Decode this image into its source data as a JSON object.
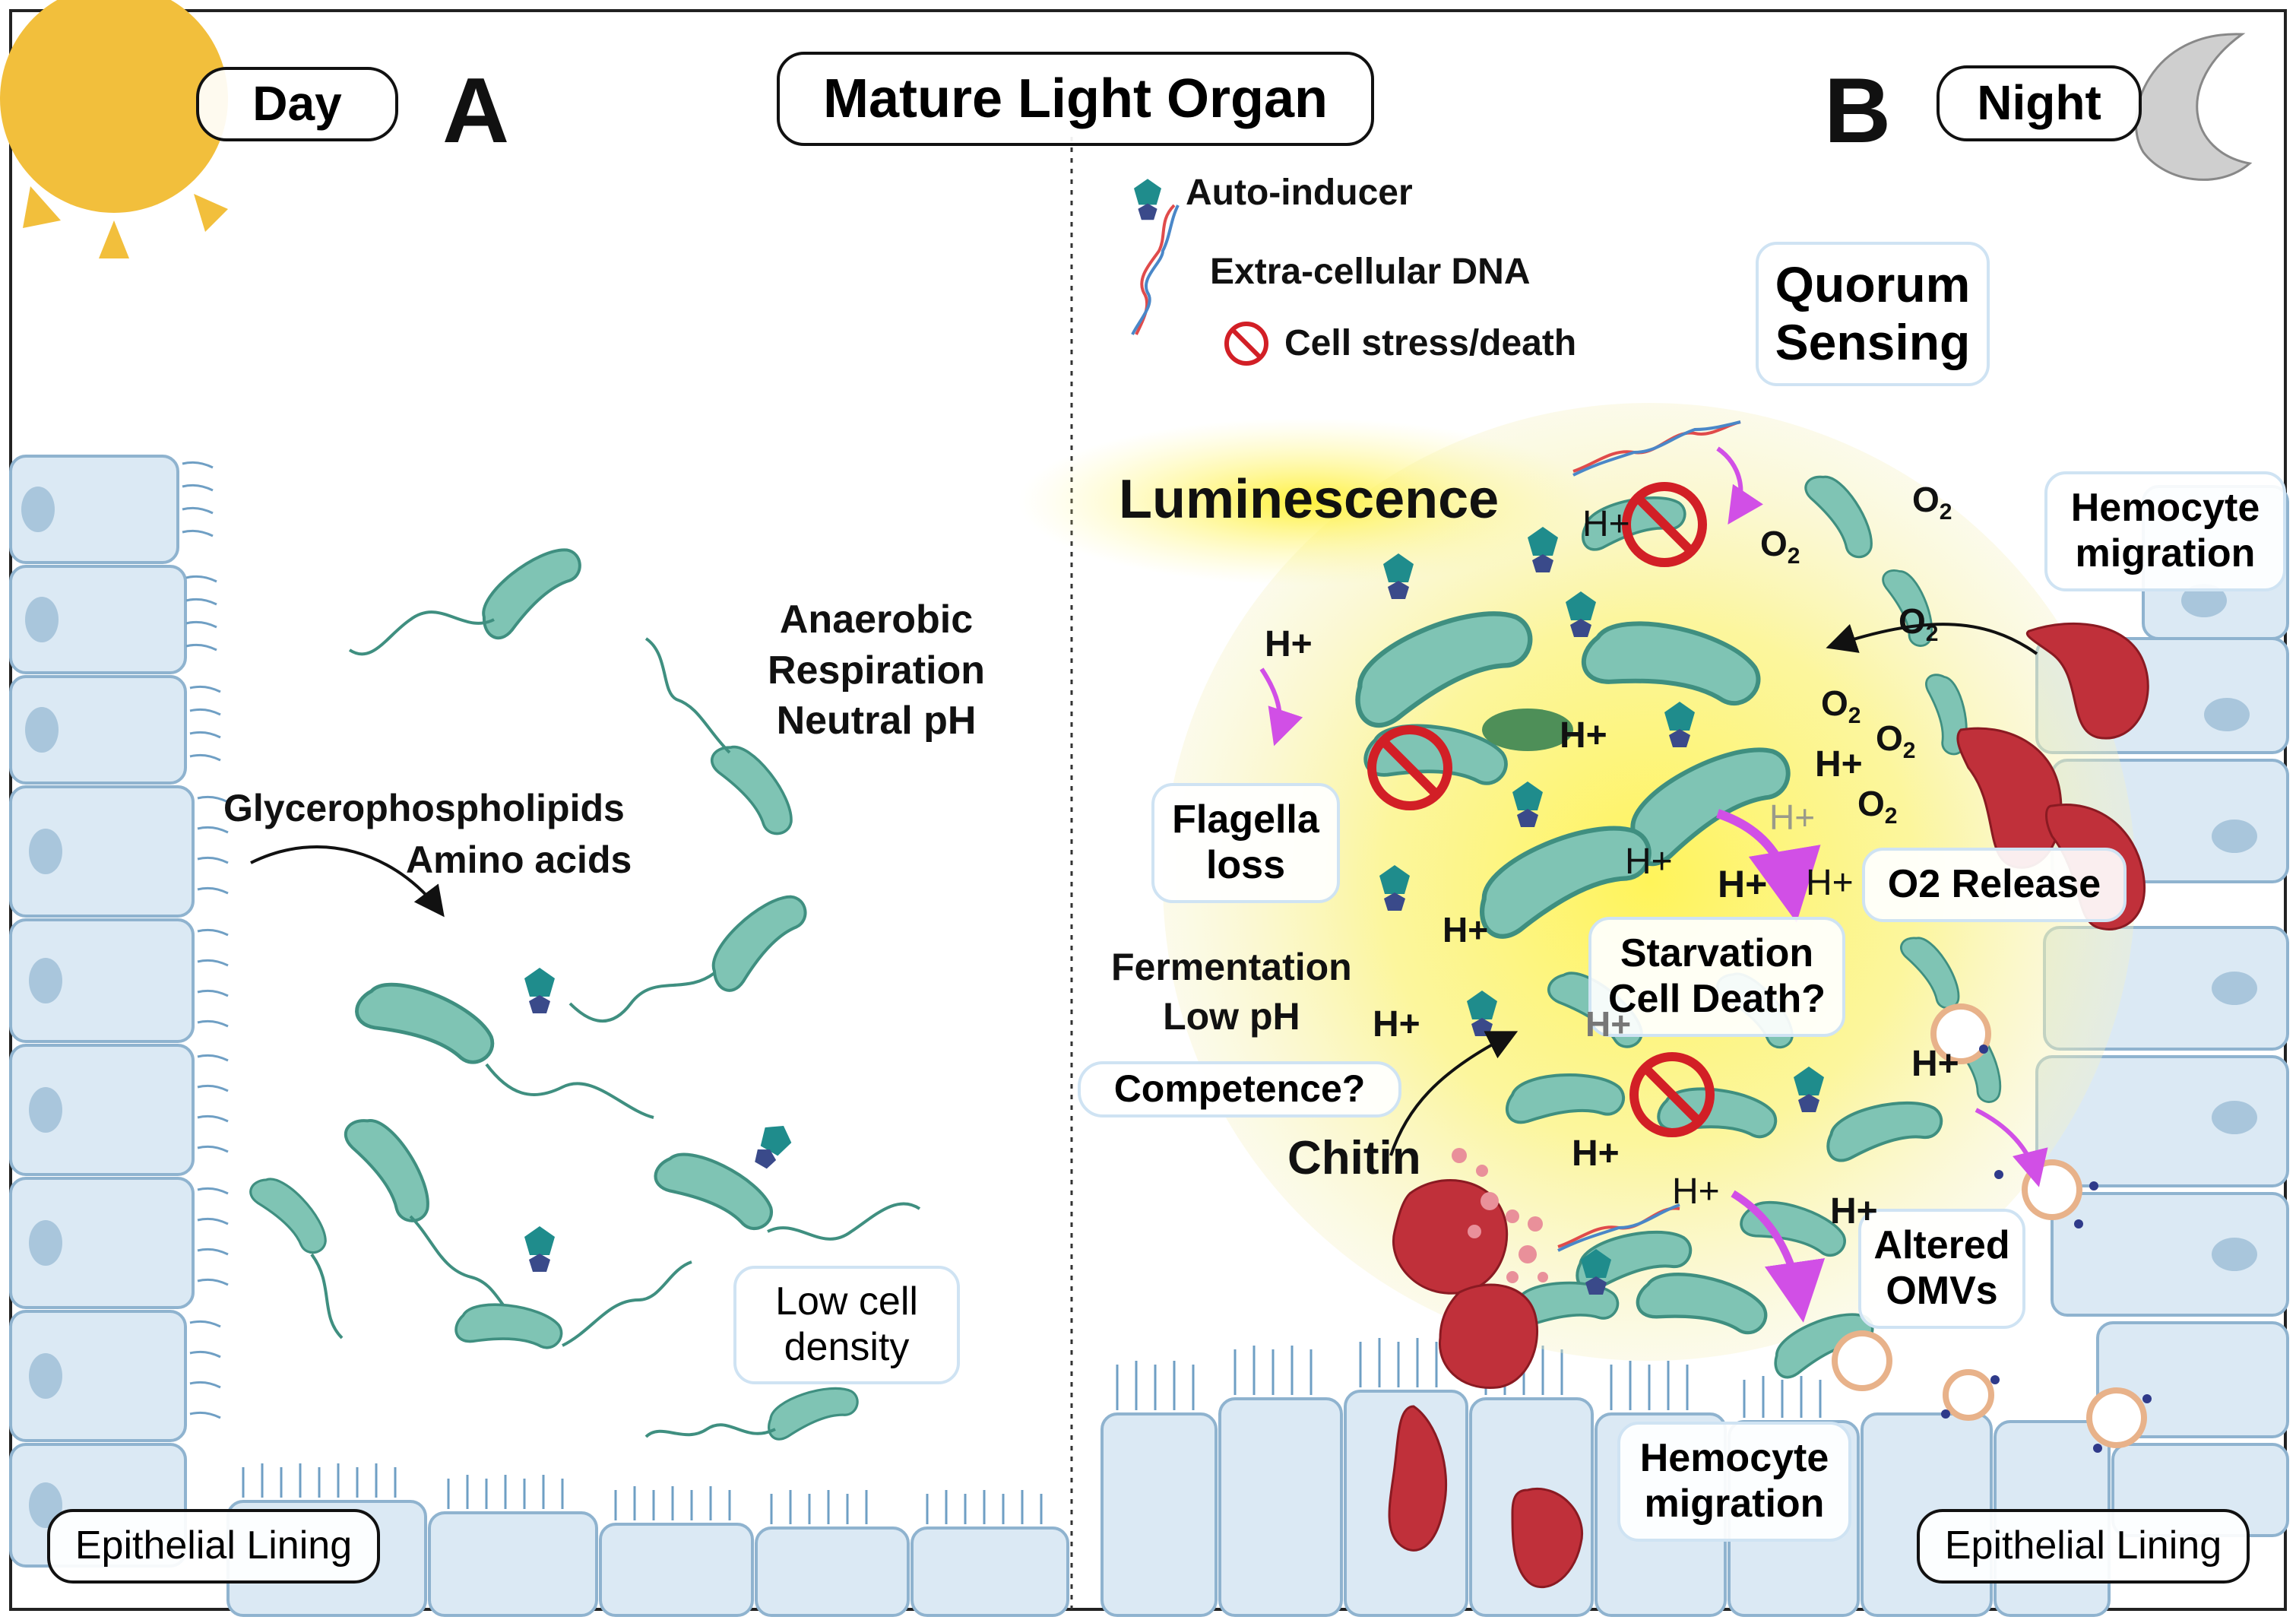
{
  "header": {
    "title": "Mature Light Organ",
    "day_label": "Day",
    "night_label": "Night",
    "panel_a": "A",
    "panel_b": "B"
  },
  "legend": {
    "auto_inducer": "Auto-inducer",
    "edna": "Extra-cellular DNA",
    "stress": "Cell stress/death"
  },
  "panel_a": {
    "anaerobic": [
      "Anaerobic",
      "Respiration",
      "Neutral pH"
    ],
    "nutrients": [
      "Glycerophospholipids",
      "Amino acids"
    ],
    "low_density": [
      "Low cell",
      "density"
    ],
    "epithelial": "Epithelial Lining"
  },
  "panel_b": {
    "quorum": [
      "Quorum",
      "Sensing"
    ],
    "luminescence": "Luminescence",
    "hemocyte_top": [
      "Hemocyte",
      "migration"
    ],
    "flagella": [
      "Flagella",
      "loss"
    ],
    "fermentation": [
      "Fermentation",
      "Low pH"
    ],
    "competence": "Competence?",
    "chitin": "Chitin",
    "starvation": [
      "Starvation",
      "Cell Death?"
    ],
    "o2_release": "O2 Release",
    "altered": [
      "Altered",
      "OMVs"
    ],
    "hemocyte_bottom": [
      "Hemocyte",
      "migration"
    ],
    "epithelial": "Epithelial Lining",
    "hplus": "H+",
    "o2": "O",
    "o2_sub": "2"
  },
  "colors": {
    "bacteria": "#7fc4b4",
    "bacteria_dark": "#3f8f80",
    "epithelial": "#dbe9f4",
    "epithelial_edge": "#8fb3cf",
    "glow": "#f7f3a0",
    "sun": "#f2bf3c",
    "moon": "#cfcfcf",
    "hemocyte": "#c0303a",
    "autoinducer": "#1f8c8c",
    "arrow_magenta": "#d14fe6"
  }
}
